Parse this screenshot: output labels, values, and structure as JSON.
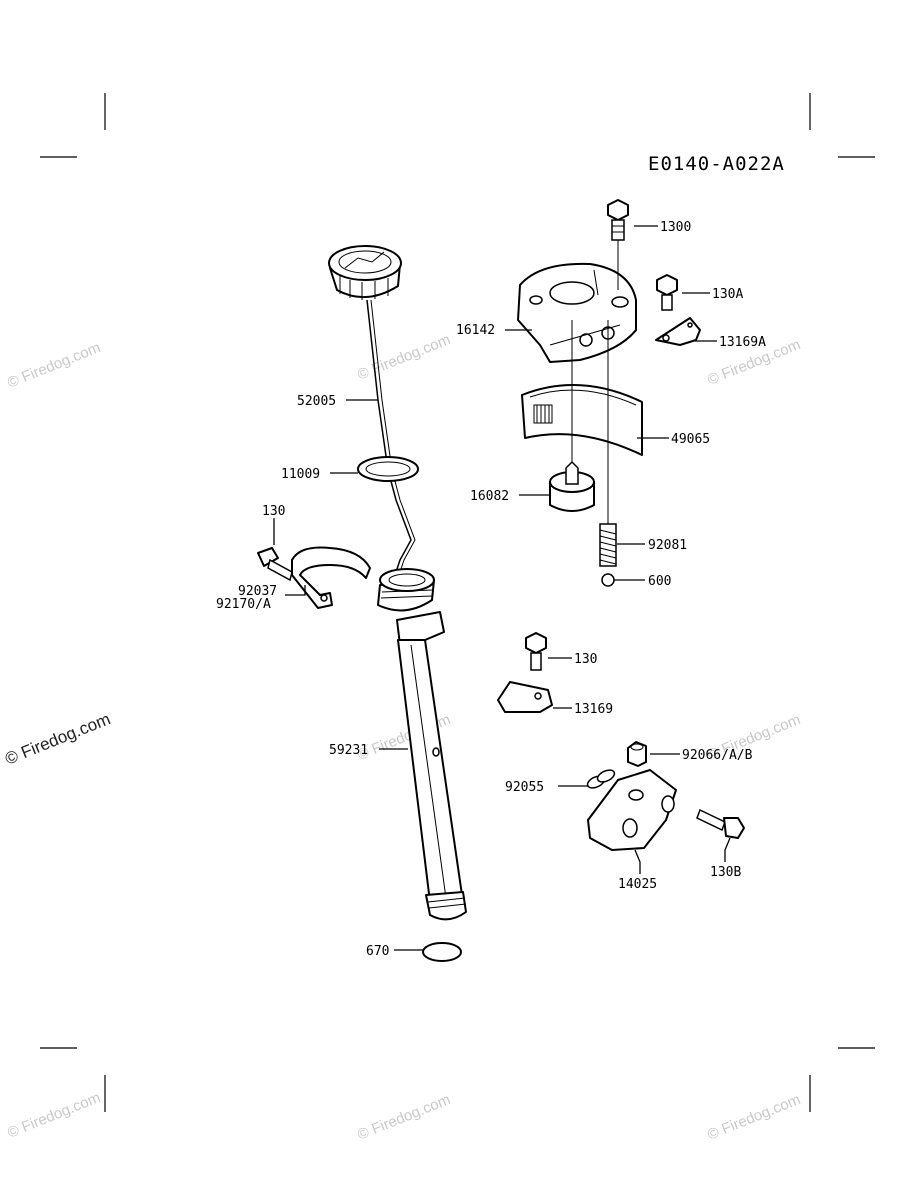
{
  "diagram_code": "E0140-A022A",
  "watermark_text": "© Firedog.com",
  "labels": {
    "p1300": "1300",
    "p130A": "130A",
    "p13169A": "13169A",
    "p16142": "16142",
    "p49065": "49065",
    "p16082": "16082",
    "p92081": "92081",
    "p600": "600",
    "p52005": "52005",
    "p11009": "11009",
    "p130_left": "130",
    "p92037": "92037",
    "p92170A": "92170/A",
    "p130_mid": "130",
    "p13169": "13169",
    "p59231": "59231",
    "p92066": "92066/A/B",
    "p92055": "92055",
    "p14025": "14025",
    "p130B": "130B",
    "p670": "670"
  }
}
